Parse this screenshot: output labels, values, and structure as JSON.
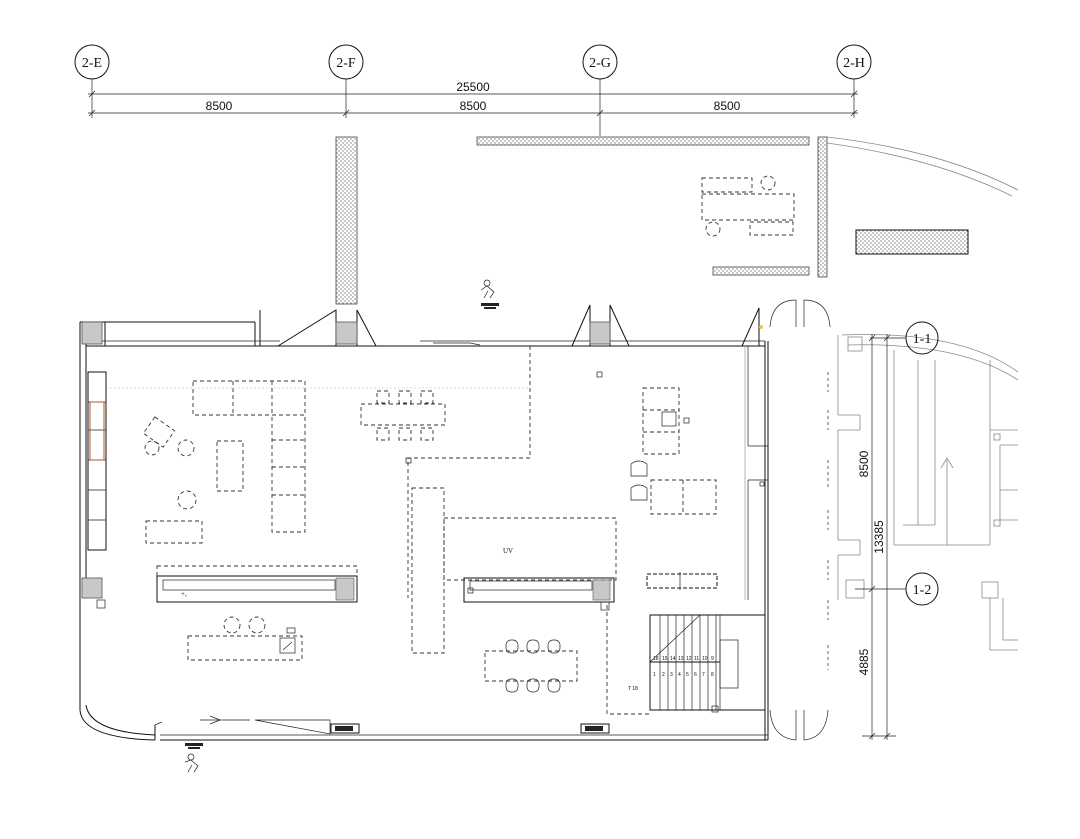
{
  "axes": {
    "top": [
      "2-E",
      "2-F",
      "2-G",
      "2-H"
    ],
    "right": [
      "1-1",
      "1-2"
    ]
  },
  "dimensions": {
    "overall_top": "25500",
    "segments_top": [
      "8500",
      "8500",
      "8500"
    ],
    "right_upper": "8500",
    "right_overall": "13385",
    "right_lower": "4885"
  },
  "labels": {
    "uv": "UV",
    "stair_tag": "T 18",
    "stair_upper": [
      "18",
      "15",
      "14",
      "13",
      "12",
      "11",
      "10",
      "9"
    ],
    "stair_lower": [
      "1",
      "2",
      "3",
      "4",
      "5",
      "6",
      "7",
      "8"
    ]
  },
  "colors": {
    "column_fill": "#c8c8c8",
    "hatch": "#9a9a9a",
    "line": "#111111",
    "accent": "#b25a2a"
  }
}
